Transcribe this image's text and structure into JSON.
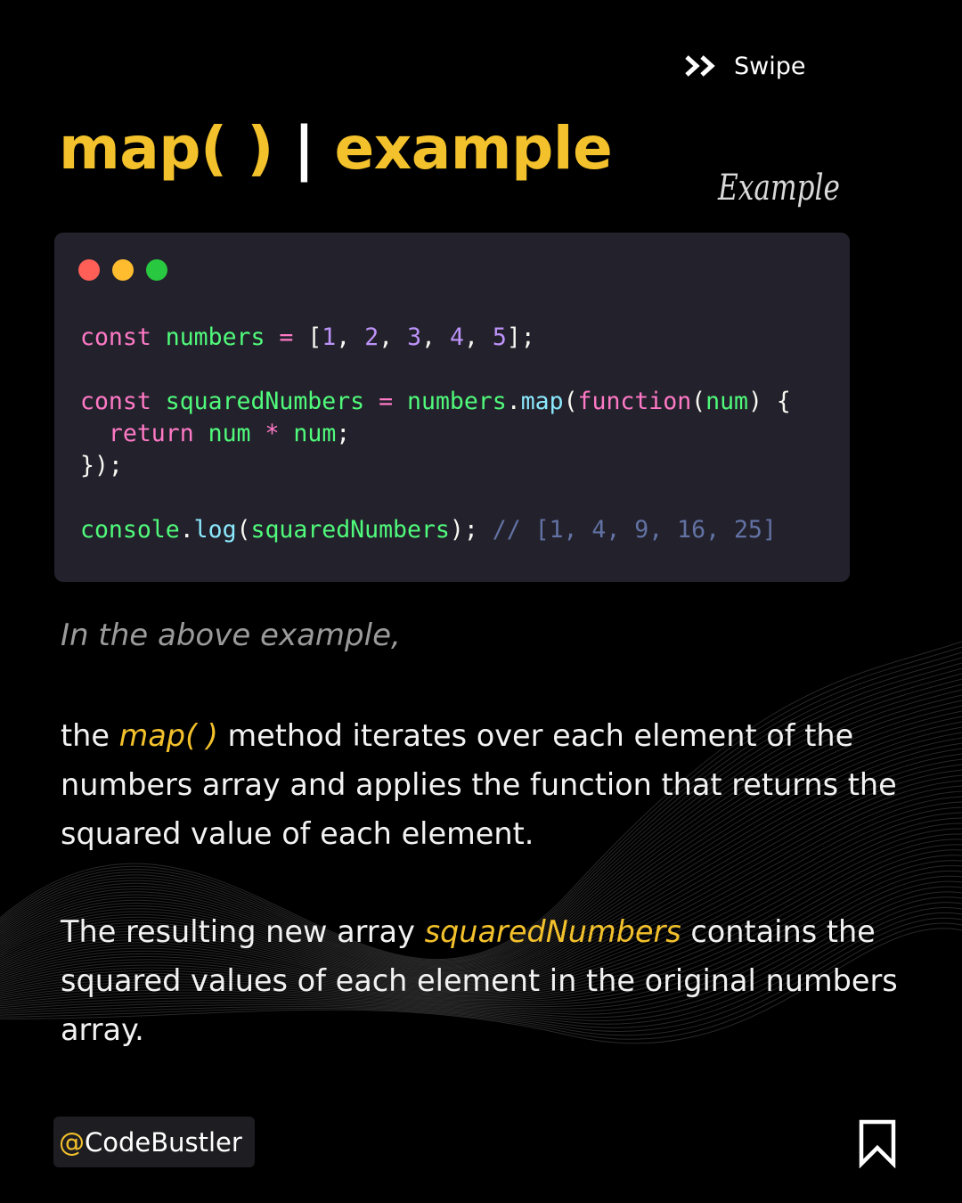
{
  "swipe": {
    "label": "Swipe",
    "icon": "double-chevron-right-icon"
  },
  "title": {
    "main": "map( )",
    "separator": "|",
    "sub": "example"
  },
  "script_label": "Example",
  "code_window": {
    "dots": [
      "#ff5f57",
      "#febc2e",
      "#28c840"
    ],
    "lines": [
      "const numbers = [1, 2, 3, 4, 5];",
      "",
      "const squaredNumbers = numbers.map(function(num) {",
      "  return num * num;",
      "});",
      "",
      "console.log(squaredNumbers); // [1, 4, 9, 16, 25]"
    ]
  },
  "intro": "In the above example,",
  "paragraph1": {
    "before": "the ",
    "highlight": "map( )",
    "after": " method iterates over each element of the numbers array and applies the function that returns the squared value of each element."
  },
  "paragraph2": {
    "before": "The resulting new array ",
    "highlight": "squaredNumbers",
    "after": " contains the squared values of each element in the original numbers array."
  },
  "handle": {
    "at": "@",
    "name": "CodeBustler"
  },
  "bookmark_icon": "bookmark-icon",
  "colors": {
    "accent": "#f3c12b",
    "background": "#000000",
    "code_bg": "#23222c"
  }
}
